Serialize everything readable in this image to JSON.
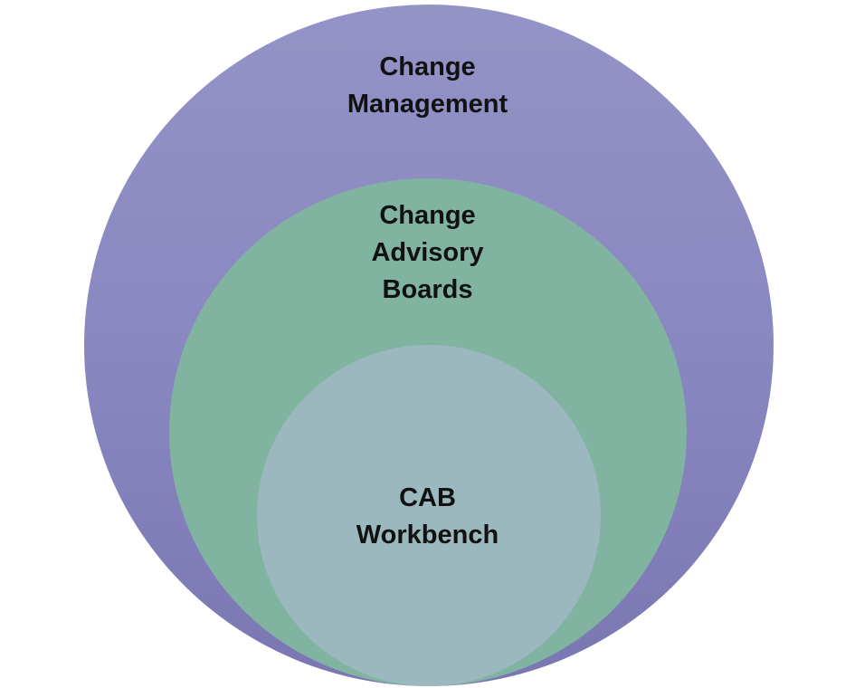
{
  "diagram": {
    "type": "nested-circles",
    "layers": [
      {
        "id": "outer",
        "lines": [
          "Change",
          "Management"
        ],
        "color": "#8886c0"
      },
      {
        "id": "middle",
        "lines": [
          "Change",
          "Advisory",
          "Boards"
        ],
        "color": "#80b4a0"
      },
      {
        "id": "inner",
        "lines": [
          "CAB",
          "Workbench"
        ],
        "color": "#9cb8bf"
      }
    ]
  }
}
